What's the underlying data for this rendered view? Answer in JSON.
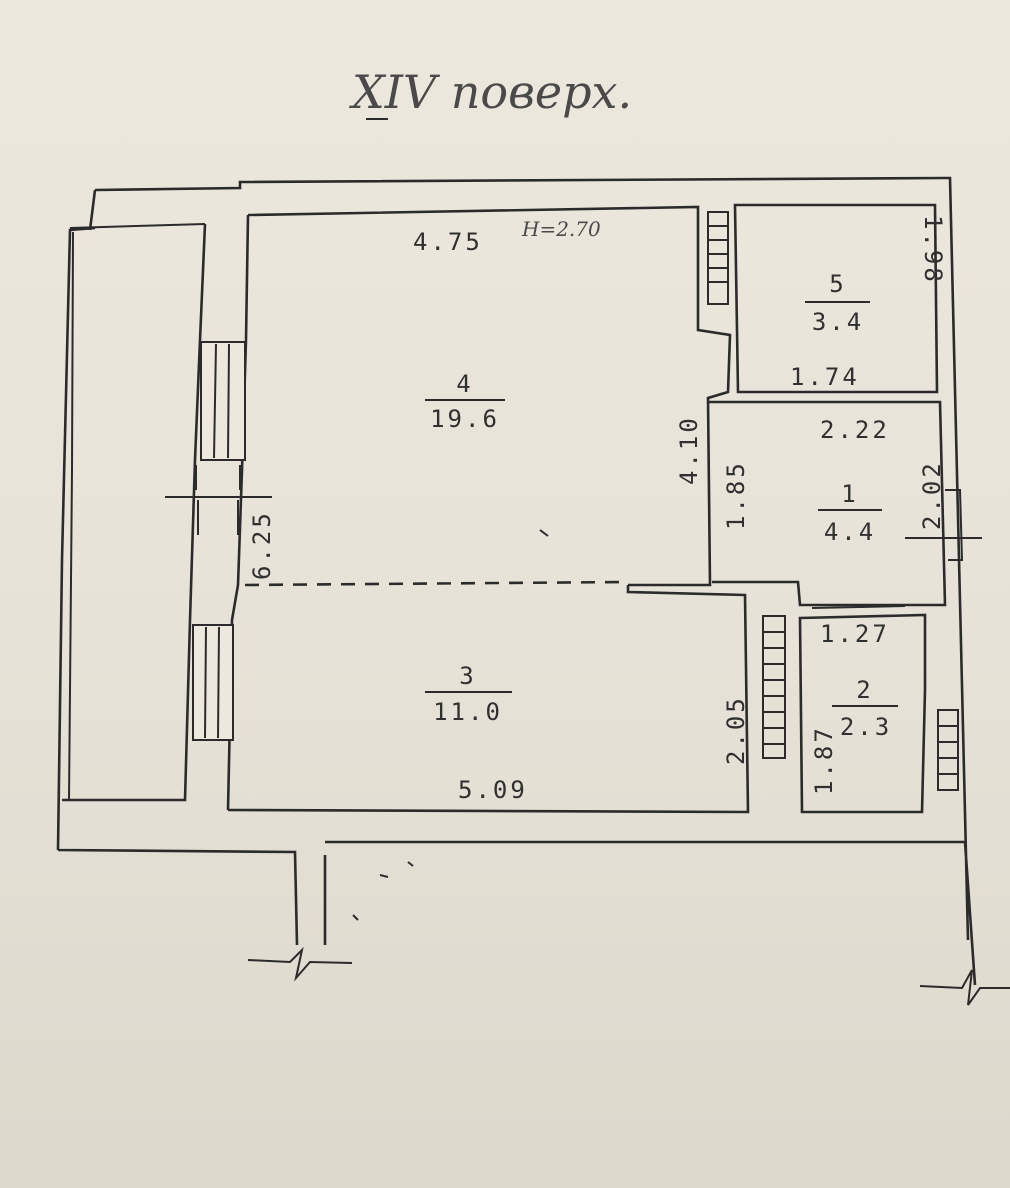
{
  "floor_title": "XIV поверх.",
  "ceiling_height": "H=2.70",
  "rooms": [
    {
      "number": "4",
      "area": "19.6"
    },
    {
      "number": "5",
      "area": "3.4"
    },
    {
      "number": "1",
      "area": "4.4"
    },
    {
      "number": "3",
      "area": "11.0"
    },
    {
      "number": "2",
      "area": "2.3"
    }
  ],
  "dimensions": {
    "room4_width": "4.75",
    "room4_length": "6.25",
    "partition": "4.10",
    "room5_width": "1.74",
    "room5_height": "1.98",
    "room1_width": "2.22",
    "room1_left": "1.85",
    "room1_right": "2.02",
    "room3_width": "5.09",
    "room3_height": "2.05",
    "room2_width": "1.27",
    "room2_height": "1.87"
  }
}
